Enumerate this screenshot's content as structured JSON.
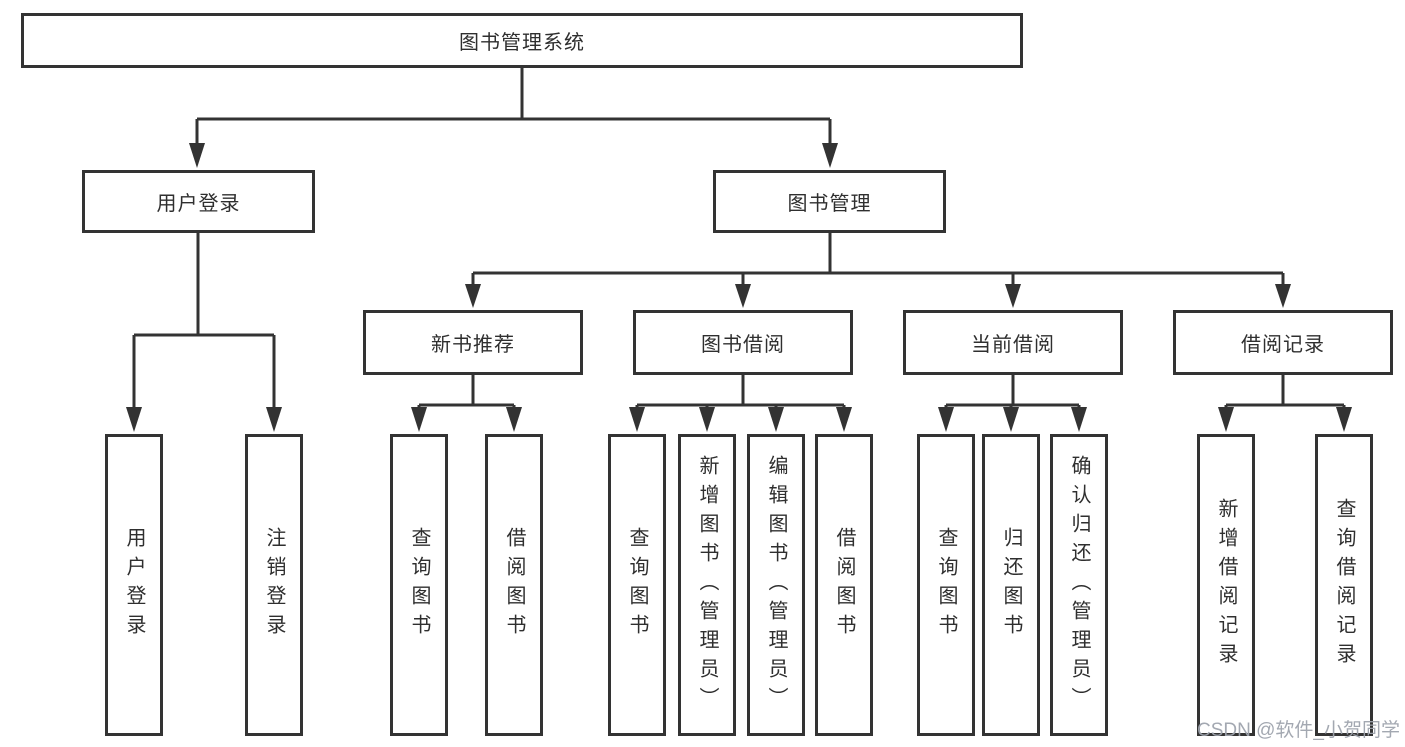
{
  "tree": {
    "root": {
      "label": "图书管理系统"
    },
    "branches": [
      {
        "label": "用户登录",
        "children": [
          "用户登录",
          "注销登录"
        ]
      },
      {
        "label": "图书管理",
        "children": [
          {
            "label": "新书推荐",
            "children": [
              "查询图书",
              "借阅图书"
            ]
          },
          {
            "label": "图书借阅",
            "children": [
              "查询图书",
              "新增图书（管理员）",
              "编辑图书（管理员）",
              "借阅图书"
            ]
          },
          {
            "label": "当前借阅",
            "children": [
              "查询图书",
              "归还图书",
              "确认归还（管理员）"
            ]
          },
          {
            "label": "借阅记录",
            "children": [
              "新增借阅记录",
              "查询借阅记录"
            ]
          }
        ]
      }
    ]
  },
  "watermark": "CSDN @软件_小贺同学",
  "colors": {
    "line": "#333333",
    "box_border": "#333333",
    "box_background": "#ffffff",
    "text": "#2f2f2f",
    "watermark": "#a6abb5"
  }
}
